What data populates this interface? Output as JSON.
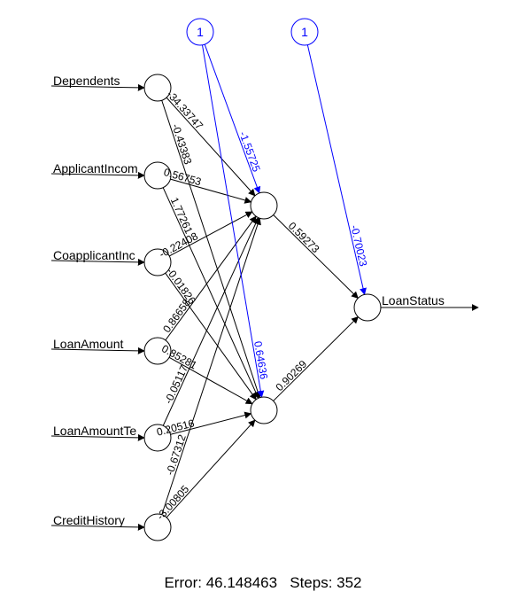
{
  "inputs": [
    "Dependents",
    "ApplicantIncom",
    "CoapplicantInc",
    "LoanAmount",
    "LoanAmountTe",
    "CreditHistory"
  ],
  "output_label": "LoanStatus",
  "bias_label": "1",
  "weights_to_hidden1": [
    "-34.33747",
    "0.56753",
    "-0.22408",
    "0.86658",
    "-0.05117",
    "-0.67312"
  ],
  "weights_to_hidden2": [
    "-0.43383",
    "1.77261",
    "-0.01826",
    "0.85281",
    "0.20516",
    "-3.00805"
  ],
  "bias_to_hidden": [
    "-1.55725",
    "0.64636"
  ],
  "hidden_to_output": [
    "0.59273",
    "0.90269"
  ],
  "bias_to_output": "-0.70023",
  "colors": {
    "edge": "#000000",
    "bias": "#0000ff",
    "node": "#ffffff"
  },
  "footer": {
    "error_label": "Error: 46.148463",
    "steps_label": "Steps: 352"
  }
}
